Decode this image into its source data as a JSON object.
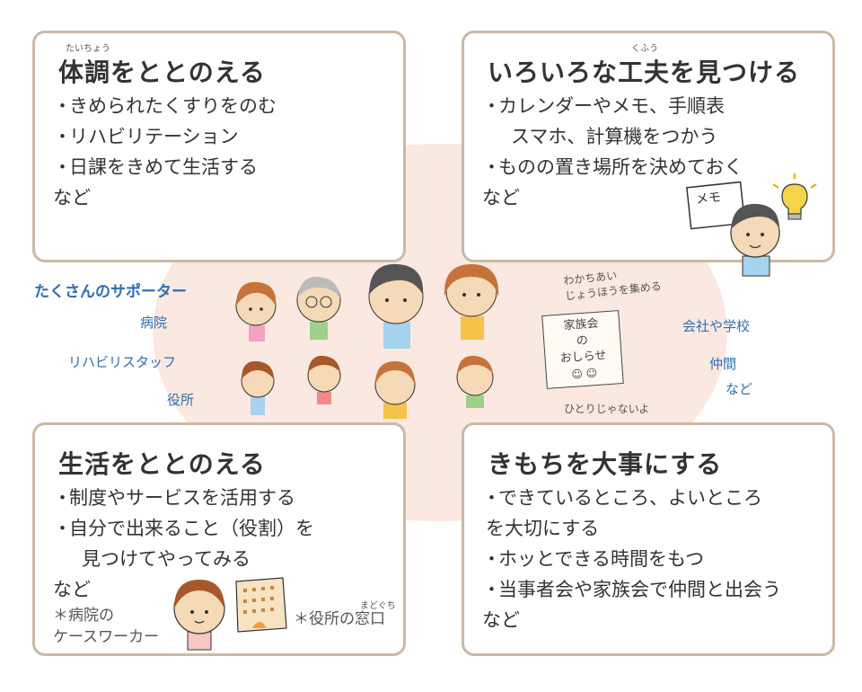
{
  "top_left": {
    "title": "体調をととのえる",
    "title_ruby": "たいちょう",
    "items": [
      {
        "bullet": "・",
        "text": "きめられたくすりをのむ"
      },
      {
        "bullet": "・",
        "text": "リハビリテーション"
      },
      {
        "bullet": "・",
        "text": "日課をきめて生活する"
      }
    ],
    "etc": "など"
  },
  "top_right": {
    "title": "いろいろな工夫を見つける",
    "title_ruby": "くふう",
    "items": [
      {
        "bullet": "・",
        "text": "カレンダーやメモ、手順表"
      },
      {
        "bullet": "",
        "text": "スマホ、計算機をつかう"
      },
      {
        "bullet": "・",
        "text": "ものの置き場所を決めておく"
      }
    ],
    "etc": "など",
    "memo_label": "メモ"
  },
  "bottom_left": {
    "title": "生活をととのえる",
    "items": [
      {
        "bullet": "・",
        "text": "制度やサービスを活用する"
      },
      {
        "bullet": "・",
        "text": "自分で出来ること（役割）を"
      },
      {
        "bullet": "",
        "text": "見つけてやってみる"
      }
    ],
    "etc": "など",
    "note_caseworker_1": "＊病院の",
    "note_caseworker_2": "ケースワーカー",
    "note_window": "＊役所の窓口",
    "note_window_ruby": "まどぐち"
  },
  "bottom_right": {
    "title": "きもちを大事にする",
    "items": [
      {
        "bullet": "・",
        "text": "できているところ、よいところ"
      },
      {
        "bullet": "",
        "text": "を大切にする"
      },
      {
        "bullet": "・",
        "text": "ホッとできる時間をもつ"
      },
      {
        "bullet": "・",
        "text": "当事者会や家族会で仲間と出会う"
      }
    ],
    "etc": "など"
  },
  "supporters": {
    "heading": "たくさんのサポーター",
    "left": [
      "病院",
      "リハビリスタッフ",
      "役所"
    ],
    "right": [
      "会社や学校",
      "仲間",
      "など"
    ]
  },
  "handwritten": {
    "top_line1": "わかちあい",
    "top_line2": "じょうほうを集める",
    "sign_line1": "家族会",
    "sign_line2": "の",
    "sign_line3": "おしらせ",
    "bottom": "ひとりじゃないよ"
  },
  "colors": {
    "card_border": "#c9b9a6",
    "blob": "#fbe8e1",
    "supporter_text": "#2e6fb0"
  }
}
